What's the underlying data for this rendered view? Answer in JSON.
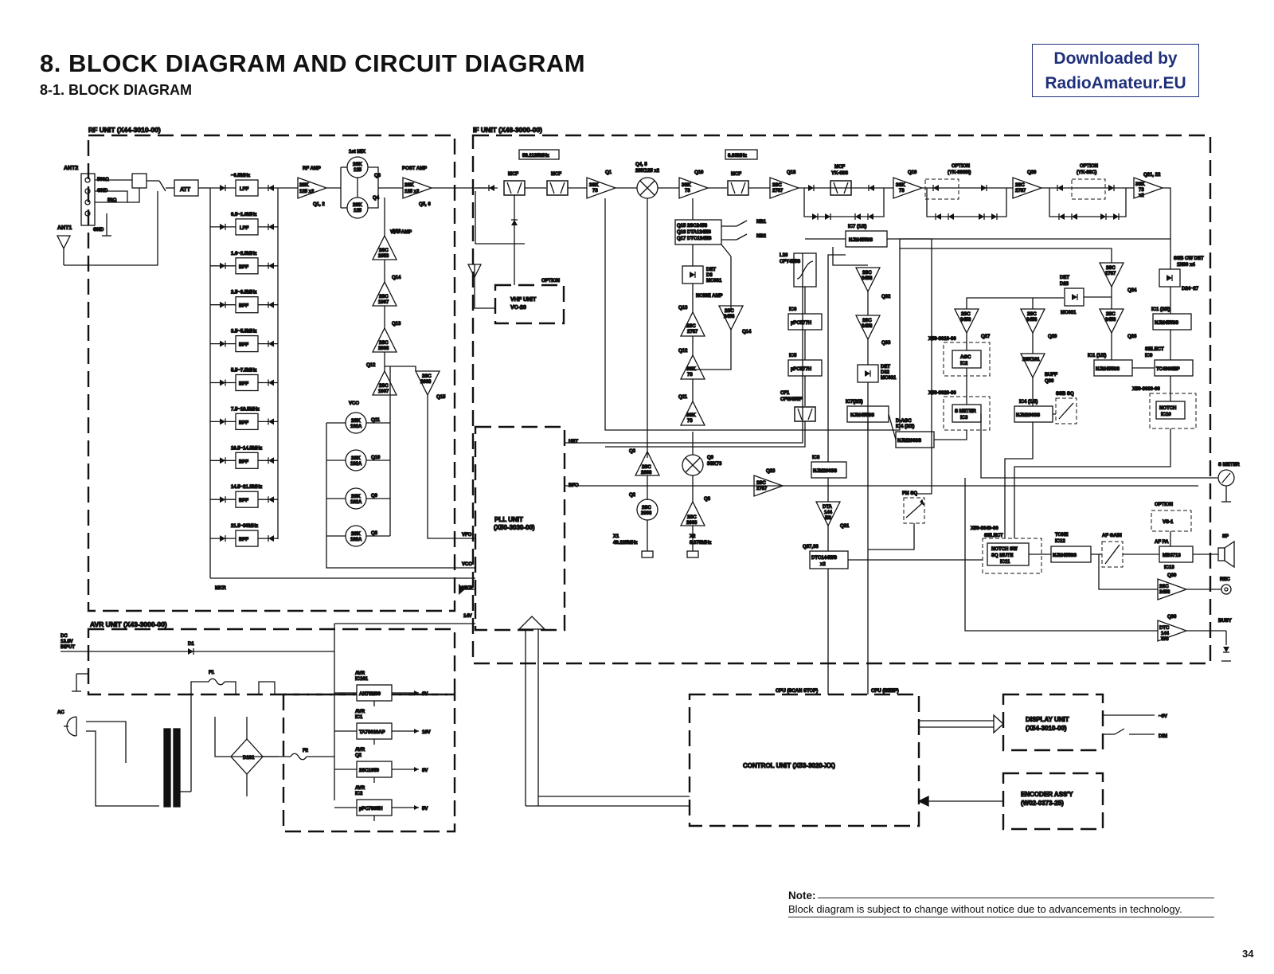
{
  "page": {
    "title": "8. BLOCK DIAGRAM AND CIRCUIT DIAGRAM",
    "subtitle": "8-1. BLOCK DIAGRAM",
    "watermark": [
      "Downloaded by",
      "RadioAmateur.EU"
    ],
    "note_label": "Note:",
    "note_text": "Block diagram is subject to change without notice due to advancements in technology.",
    "page_number": "34"
  },
  "units": {
    "rf": "RF UNIT (X44-3010-00)",
    "if": "IF UNIT (X48-3000-00)",
    "avr": "AVR UNIT (X43-3000-00)",
    "pll": [
      "PLL UNIT",
      "(X50-3030-00)"
    ],
    "control": "CONTROL UNIT (X53-3020-XX)",
    "display": [
      "DISPLAY UNIT",
      "(X54-3010-00)"
    ],
    "encoder": [
      "ENCODER ASS'Y",
      "(W02-0373-25)"
    ],
    "vhf": [
      "VHF UNIT",
      "VC-20"
    ]
  },
  "rf": {
    "ant2": "ANT2",
    "ant1": "ANT1",
    "imp500": "500Ω",
    "gnd": "GND",
    "imp50": "50Ω",
    "gnd2": "GND",
    "att": "ATT",
    "filters": [
      {
        "band": "~0.5MHz",
        "type": "LPF"
      },
      {
        "band": "0.5~1.6MHz",
        "type": "LPF"
      },
      {
        "band": "1.6~2.5MHz",
        "type": "BPF"
      },
      {
        "band": "2.5~3.5MHz",
        "type": "BPF"
      },
      {
        "band": "3.5~5.5MHz",
        "type": "BPF"
      },
      {
        "band": "5.5~7.5MHz",
        "type": "BPF"
      },
      {
        "band": "7.5~10.5MHz",
        "type": "BPF"
      },
      {
        "band": "10.5~14.5MHz",
        "type": "BPF"
      },
      {
        "band": "14.5~21.5MHz",
        "type": "BPF"
      },
      {
        "band": "21.5~30MHz",
        "type": "BPF"
      }
    ],
    "rf_amp": "RF AMP",
    "rf_amp_dev": [
      "2SK",
      "125 x2"
    ],
    "rf_amp_q": "Q1, 2",
    "mix": "1st MIX",
    "mix_dev": [
      "2SK",
      "125"
    ],
    "mix_q3": "Q3",
    "mix_q4": "Q4",
    "post_amp": "POST AMP",
    "post_dev": [
      "2SK",
      "125 x2"
    ],
    "post_q": "Q5, 6",
    "vfo_amp": "VFO AMP",
    "vfo_q16": "Q16",
    "chain": [
      {
        "dev": [
          "2SC",
          "2053"
        ],
        "q": "Q16"
      },
      {
        "dev": [
          "2SC",
          "1907"
        ],
        "q": "Q14"
      },
      {
        "dev": [
          "2SC",
          "2668"
        ],
        "q": "Q13"
      },
      {
        "dev": [
          "2SC",
          "1907"
        ],
        "q": "Q12"
      }
    ],
    "q15_dev": [
      "2SC",
      "2668"
    ],
    "q15": "Q15",
    "vco": "VCO",
    "vcos": [
      {
        "dev": [
          "2SK",
          "192A"
        ],
        "q": "Q11"
      },
      {
        "dev": [
          "2SK",
          "192A"
        ],
        "q": "Q10"
      },
      {
        "dev": [
          "2SK",
          "192A"
        ],
        "q": "Q9"
      },
      {
        "dev": [
          "2SK",
          "192A"
        ],
        "q": "Q8"
      }
    ],
    "mkr": "MKR"
  },
  "pll_ports": {
    "het": "HET",
    "bfo": "BFO",
    "vfo": "VFO",
    "vco": "VCO",
    "mkr": "MKR",
    "v14": "14V"
  },
  "if": {
    "freq1": "58.1125MHz",
    "freq2": "8.83MHz",
    "mcf": "MCF",
    "mcf_yk": [
      "MCF",
      "YK-88S"
    ],
    "q1": "Q1",
    "q1_dev": [
      "3SK",
      "73"
    ],
    "q45": [
      "Q4, 5",
      "2SK125 x2"
    ],
    "q10": "Q10",
    "q10_dev": [
      "3SK",
      "73"
    ],
    "q18": "Q18",
    "q18_dev": [
      "2SC",
      "2787"
    ],
    "q19": "Q19",
    "q19_dev": [
      "3SK",
      "73"
    ],
    "opt1": [
      "OPTION",
      "(YK-88SN)"
    ],
    "opt2": [
      "OPTION",
      "(YK-88C)"
    ],
    "q20": "Q20",
    "q20_dev": [
      "2SC",
      "2787"
    ],
    "q2122": "Q21, 22",
    "q2122_dev": [
      "3SK",
      "73",
      "x2"
    ],
    "nb_box": [
      "Q15  2SC2458",
      "Q16  DTA124ES",
      "Q17  DTC124ES"
    ],
    "nb1": "NB1",
    "nb2": "NB2",
    "det_d3": [
      "DET",
      "D3",
      "MC931"
    ],
    "noise_amp": "NOISE AMP",
    "q13": "Q13",
    "q13_dev": [
      "2SC",
      "2787"
    ],
    "q14": "Q14",
    "q14_dev": [
      "2SC",
      "2458"
    ],
    "q12": "Q12",
    "q12_dev": [
      "3SK",
      "73"
    ],
    "q11": "Q11",
    "q11_dev": [
      "3SK",
      "73"
    ],
    "q9": [
      "Q9",
      "3SK73"
    ],
    "q3": "Q3",
    "q3_dev": [
      "2SC",
      "2668"
    ],
    "q2": "Q2",
    "q2_dev": [
      "2SC",
      "2668"
    ],
    "q8": "Q8",
    "q8_dev": [
      "2SC",
      "2668"
    ],
    "x1": [
      "X1",
      "49.225MHz"
    ],
    "x2": [
      "X2",
      "8.375MHz"
    ],
    "q23": "Q23",
    "q23_dev": [
      "2SC",
      "2787"
    ],
    "l26": [
      "L26",
      "CFY455S"
    ],
    "ic6": "IC6",
    "ic6_dev": "µPC577H",
    "ic5": "IC5",
    "ic5_dev": "µPC577H",
    "cf1": [
      "CF1",
      "CFW455F"
    ],
    "ic7_12": "IC7 (1/2)",
    "ic7_12_dev": "NJM4558S",
    "q32": "Q32",
    "q32_dev": [
      "2SC",
      "2458"
    ],
    "q33": "Q33",
    "q33_dev": [
      "2SC",
      "2458"
    ],
    "det_d32": [
      "DET",
      "D32",
      "MC931"
    ],
    "ic7_22": "IC7(2/2)",
    "ic7_22_dev": "NJM4558S",
    "dagc": [
      "D-AGC",
      "IC4 (2/2)"
    ],
    "dagc_dev": "NJM2903S",
    "ic8": "IC8",
    "ic8_dev": "NJM2903S",
    "q31": "Q31",
    "q31_dev": [
      "DTA",
      "144",
      "ES"
    ],
    "q3738": "Q37,38",
    "q3738_dev": [
      "DTC144WS",
      "x2"
    ],
    "fmsq": "FM SQ",
    "q27": "Q27",
    "q27_dev": [
      "2SC",
      "2458"
    ],
    "x59_3010": "X59-3010-00",
    "agc": [
      "AGC",
      "IC2"
    ],
    "x59_3020": "X59-3020-00",
    "smeter_ic": [
      "S METER",
      "IC3"
    ],
    "det_d28": [
      "DET",
      "D28"
    ],
    "d28_dev": "MC931",
    "q29": "Q29",
    "q29_dev": [
      "2SC",
      "2458"
    ],
    "q30_dev": [
      "2SK161"
    ],
    "buff": [
      "BUFF",
      "Q30"
    ],
    "ic4_12": "IC4 (1/2)",
    "ic4_12_dev": "NJM2903S",
    "ssbsq": "SSB SQ",
    "q24": "Q24",
    "q24_dev": [
      "2SC",
      "2787"
    ],
    "q26": "Q26",
    "q26_dev": [
      "2SC",
      "2458"
    ],
    "ic1_12": "IC1 (1/2)",
    "ic1_12_dev": "NJM4558S",
    "ssbcw": [
      "SSB CW DET",
      "1N60 x4"
    ],
    "d2427": "D24~27",
    "ic1_22": "IC1 (2/2)",
    "ic1_22_dev": "NJM4558S",
    "select_ic9": [
      "SELECT",
      "IC9"
    ],
    "ic9_dev": "TC4066BP",
    "x59_3030": "X59-3030-00",
    "notch": [
      "NOTCH",
      "IC10"
    ],
    "smeter": "S METER",
    "x59_3040": "X59-3040-00",
    "select2": "SELECT",
    "notch_sw": [
      "NOTCH SW",
      "SQ MUTE",
      "IC11"
    ],
    "tone": [
      "TONE",
      "IC12"
    ],
    "tone_dev": "NJM4558S",
    "afgain": "AF GAIN",
    "vs1_opt": "OPTION",
    "vs1": "VS-1",
    "afpa": "AF PA",
    "afpa_dev": "MB3713",
    "ic13": "IC13",
    "sp": "SP",
    "q39": "Q39",
    "q39_dev": [
      "2SC",
      "2458"
    ],
    "rec": "REC",
    "q36": "Q36",
    "q36_dev": [
      "DTC",
      "144",
      "WS"
    ],
    "busy": "BUSY",
    "cpu_scan": "CPU (SCAN STOP)",
    "cpu_beep": "CPU (BEEP)",
    "vhf_opt": "OPTION"
  },
  "avr": {
    "dc": [
      "DC",
      "13.8V",
      "INPUT"
    ],
    "d1": "D1",
    "f1": "F1",
    "ac": "AC",
    "d101": "D101",
    "f2": "F2",
    "regs": [
      {
        "head": [
          "AVR",
          "IC101"
        ],
        "dev": "AN78M09",
        "out": "9V"
      },
      {
        "head": [
          "AVR",
          "IC1"
        ],
        "dev": "TA78010AP",
        "out": "10V"
      },
      {
        "head": [
          "AVR",
          "Q2"
        ],
        "dev": "2SC1959",
        "out": "8V"
      },
      {
        "head": [
          "AVR",
          "IC2"
        ],
        "dev": "µPC7805H",
        "out": "5V"
      }
    ]
  },
  "display_out": {
    "v6": "~6V",
    "dim": "DIM"
  }
}
